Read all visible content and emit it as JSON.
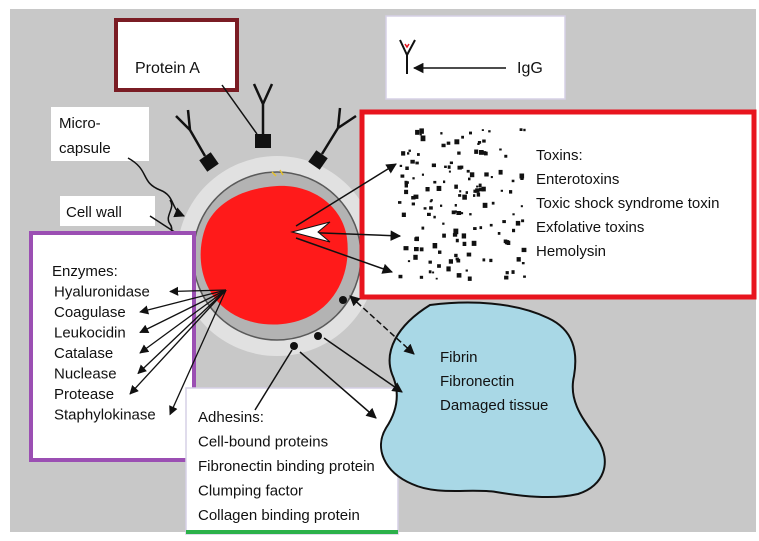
{
  "colors": {
    "background_panel": "#c8c8c8",
    "cell_interior": "#ff1a1a",
    "cell_wall": "#b3b3b3",
    "protein_a_border": "#7a1c24",
    "toxins_border": "#e8141e",
    "enzymes_border": "#9b4fb3",
    "adhesins_underline": "#2bb14a",
    "fibrin_blob": "#a9d8e6"
  },
  "labels": {
    "protein_a": "Protein A",
    "igg": "IgG",
    "microcapsule_line1": "Micro-",
    "microcapsule_line2": "capsule",
    "cell_wall": "Cell wall"
  },
  "toxins": {
    "items": [
      "Toxins:",
      "Enterotoxins",
      "Toxic shock syndrome toxin",
      "Exfolative toxins",
      "Hemolysin"
    ]
  },
  "enzymes": {
    "items": [
      "Enzymes:",
      "Hyaluronidase",
      "Coagulase",
      "Leukocidin",
      "Catalase",
      "Nuclease",
      "Protease",
      "Staphylokinase"
    ]
  },
  "adhesins": {
    "items": [
      "Adhesins:",
      "Cell-bound proteins",
      "Fibronectin binding protein",
      "Clumping factor",
      "Collagen binding protein"
    ]
  },
  "fibrin": {
    "items": [
      "Fibrin",
      "Fibronectin",
      "Damaged tissue"
    ]
  }
}
